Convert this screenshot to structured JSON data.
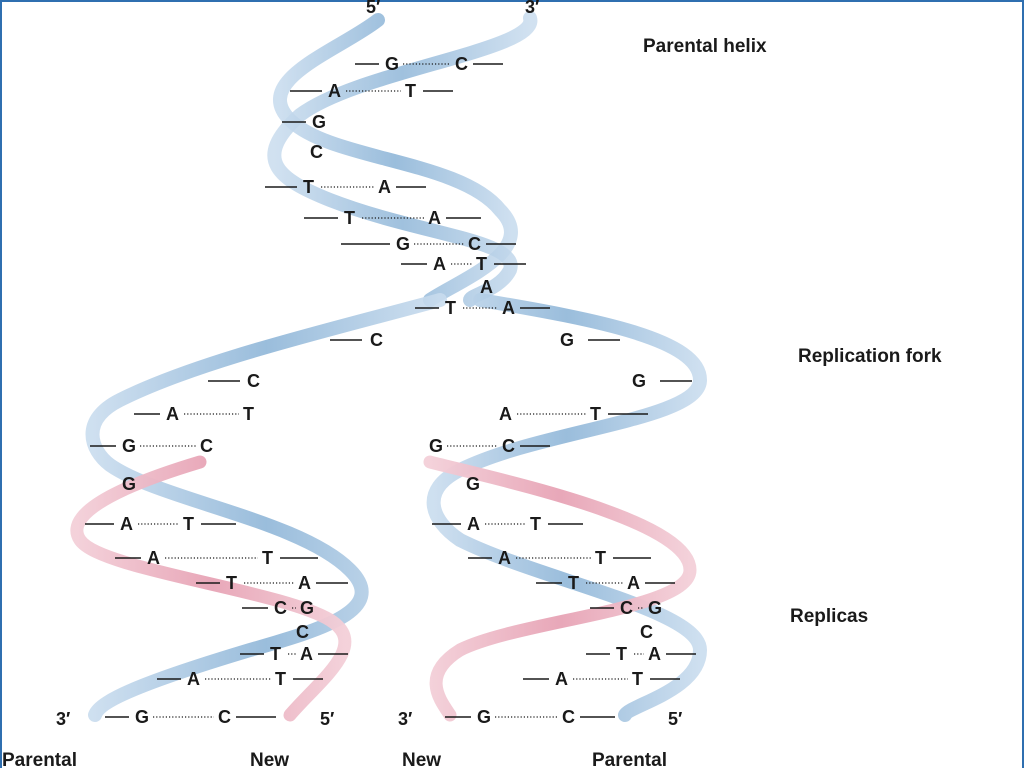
{
  "labels": {
    "parental_helix": "Parental helix",
    "replication_fork": "Replication fork",
    "replicas": "Replicas",
    "top_5prime": "5′",
    "top_3prime": "3′",
    "left_3prime": "3′",
    "left_5prime": "5′",
    "right_3prime": "3′",
    "right_5prime": "5′",
    "bottom_parental_left": "Parental",
    "bottom_new_left": "New",
    "bottom_new_right": "New",
    "bottom_parental_right": "Parental"
  },
  "colors": {
    "parental_strand": "#8fb6d8",
    "new_strand": "#e7a3b5",
    "frame": "#2f6fb0"
  },
  "top_pairs": [
    {
      "l": "G",
      "r": "C"
    },
    {
      "l": "A",
      "r": "T"
    },
    {
      "l": "G",
      "r": ""
    },
    {
      "l": "C",
      "r": ""
    },
    {
      "l": "T",
      "r": "A"
    },
    {
      "l": "T",
      "r": "A"
    },
    {
      "l": "G",
      "r": "C"
    },
    {
      "l": "A",
      "r": "T"
    },
    {
      "l": "A",
      "r": ""
    },
    {
      "l": "T",
      "r": "A"
    }
  ],
  "fork_singles": {
    "left": [
      "C",
      "C"
    ],
    "right": [
      "G",
      "G"
    ]
  },
  "left_pairs": [
    {
      "l": "A",
      "r": "T"
    },
    {
      "l": "G",
      "r": "C"
    },
    {
      "l": "G",
      "r": ""
    },
    {
      "l": "A",
      "r": "T"
    },
    {
      "l": "A",
      "r": "T"
    },
    {
      "l": "T",
      "r": "A"
    },
    {
      "l": "C",
      "r": "G"
    },
    {
      "l": "C",
      "r": ""
    },
    {
      "l": "T",
      "r": "A"
    },
    {
      "l": "A",
      "r": "T"
    },
    {
      "l": "G",
      "r": "C"
    }
  ],
  "right_pairs": [
    {
      "l": "A",
      "r": "T"
    },
    {
      "l": "G",
      "r": "C"
    },
    {
      "l": "G",
      "r": ""
    },
    {
      "l": "A",
      "r": "T"
    },
    {
      "l": "A",
      "r": "T"
    },
    {
      "l": "T",
      "r": "A"
    },
    {
      "l": "C",
      "r": "G"
    },
    {
      "l": "C",
      "r": ""
    },
    {
      "l": "T",
      "r": "A"
    },
    {
      "l": "A",
      "r": "T"
    },
    {
      "l": "G",
      "r": "C"
    }
  ]
}
